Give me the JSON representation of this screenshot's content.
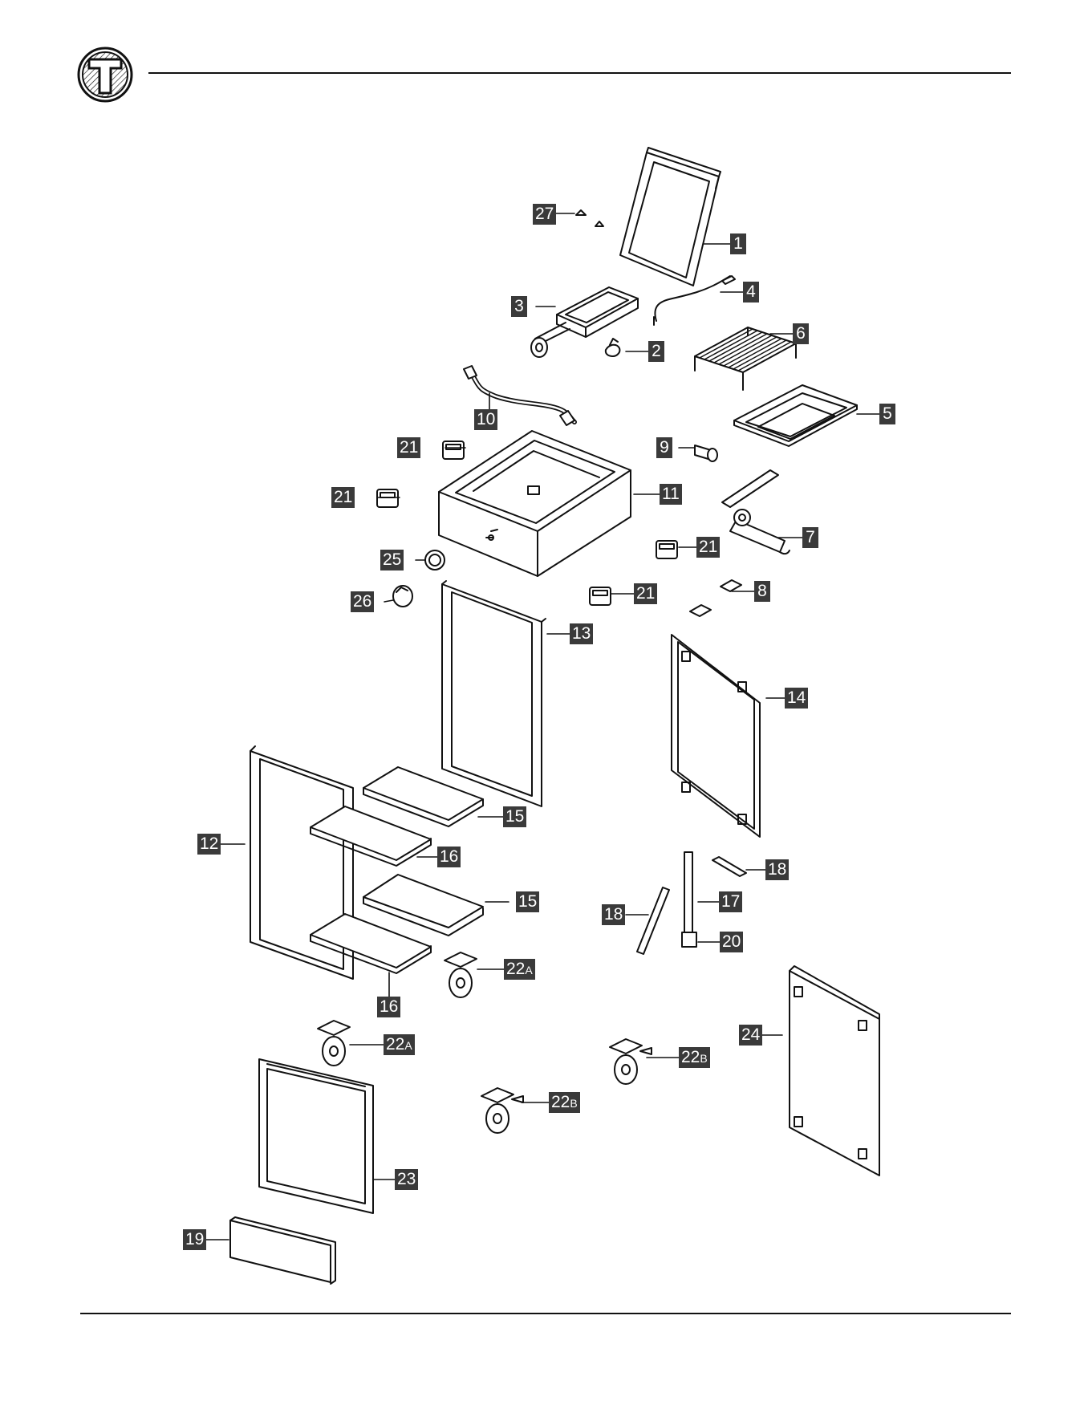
{
  "logo": {
    "letter": "T"
  },
  "callouts": [
    {
      "id": "c1",
      "label": "1",
      "sub": ""
    },
    {
      "id": "c2",
      "label": "2",
      "sub": ""
    },
    {
      "id": "c3",
      "label": "3",
      "sub": ""
    },
    {
      "id": "c4",
      "label": "4",
      "sub": ""
    },
    {
      "id": "c5",
      "label": "5",
      "sub": ""
    },
    {
      "id": "c6",
      "label": "6",
      "sub": ""
    },
    {
      "id": "c7",
      "label": "7",
      "sub": ""
    },
    {
      "id": "c8",
      "label": "8",
      "sub": ""
    },
    {
      "id": "c9",
      "label": "9",
      "sub": ""
    },
    {
      "id": "c10",
      "label": "10",
      "sub": ""
    },
    {
      "id": "c11",
      "label": "11",
      "sub": ""
    },
    {
      "id": "c12",
      "label": "12",
      "sub": ""
    },
    {
      "id": "c13",
      "label": "13",
      "sub": ""
    },
    {
      "id": "c14",
      "label": "14",
      "sub": ""
    },
    {
      "id": "c15a",
      "label": "15",
      "sub": ""
    },
    {
      "id": "c15b",
      "label": "15",
      "sub": ""
    },
    {
      "id": "c16a",
      "label": "16",
      "sub": ""
    },
    {
      "id": "c16b",
      "label": "16",
      "sub": ""
    },
    {
      "id": "c17",
      "label": "17",
      "sub": ""
    },
    {
      "id": "c18a",
      "label": "18",
      "sub": ""
    },
    {
      "id": "c18b",
      "label": "18",
      "sub": ""
    },
    {
      "id": "c19",
      "label": "19",
      "sub": ""
    },
    {
      "id": "c20",
      "label": "20",
      "sub": ""
    },
    {
      "id": "c21a",
      "label": "21",
      "sub": ""
    },
    {
      "id": "c21b",
      "label": "21",
      "sub": ""
    },
    {
      "id": "c21c",
      "label": "21",
      "sub": ""
    },
    {
      "id": "c21d",
      "label": "21",
      "sub": ""
    },
    {
      "id": "c22a1",
      "label": "22",
      "sub": "A"
    },
    {
      "id": "c22a2",
      "label": "22",
      "sub": "A"
    },
    {
      "id": "c22b1",
      "label": "22",
      "sub": "B"
    },
    {
      "id": "c22b2",
      "label": "22",
      "sub": "B"
    },
    {
      "id": "c23",
      "label": "23",
      "sub": ""
    },
    {
      "id": "c24",
      "label": "24",
      "sub": ""
    },
    {
      "id": "c25",
      "label": "25",
      "sub": ""
    },
    {
      "id": "c26",
      "label": "26",
      "sub": ""
    },
    {
      "id": "c27",
      "label": "27",
      "sub": ""
    }
  ]
}
